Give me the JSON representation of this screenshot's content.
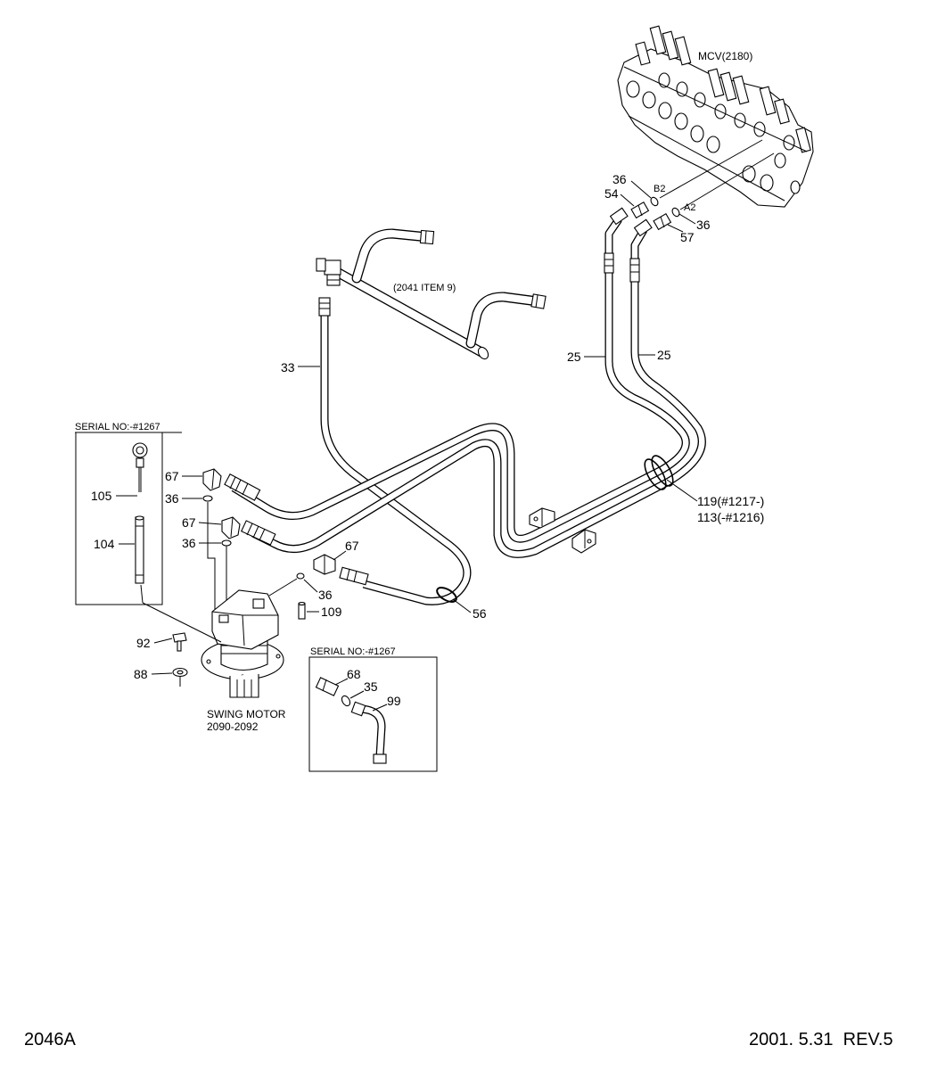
{
  "labels": {
    "mcv": "MCV(2180)",
    "oring_b2_num": "36",
    "port_b2": "B2",
    "fitting_54": "54",
    "port_a2": "A2",
    "oring_a2_num": "36",
    "fitting_57": "57",
    "pipe_ref": "(2041 ITEM 9)",
    "hose_33": "33",
    "hose_25_left": "25",
    "hose_25_right": "25",
    "clamp_119": "119(#1217-)",
    "clamp_113": "113(-#1216)",
    "elbow_67_upper": "67",
    "oring_36_upper": "36",
    "elbow_67_middle": "67",
    "oring_36_middle": "36",
    "elbow_67_lower": "67",
    "oring_36_lower": "36",
    "pin_109": "109",
    "clamp_56": "56",
    "bolt_92": "92",
    "washer_88": "88",
    "swing_motor_name": "SWING MOTOR",
    "swing_motor_ref": "2090-2092"
  },
  "serial_box_left": {
    "title": "SERIAL NO:-#1267",
    "dipstick": "105",
    "tube": "104"
  },
  "serial_box_right": {
    "title": "SERIAL NO:-#1267",
    "fitting": "68",
    "oring": "35",
    "hose": "99"
  },
  "footer": {
    "drawing_no": "2046A",
    "revision": "2001. 5.31  REV.5"
  }
}
